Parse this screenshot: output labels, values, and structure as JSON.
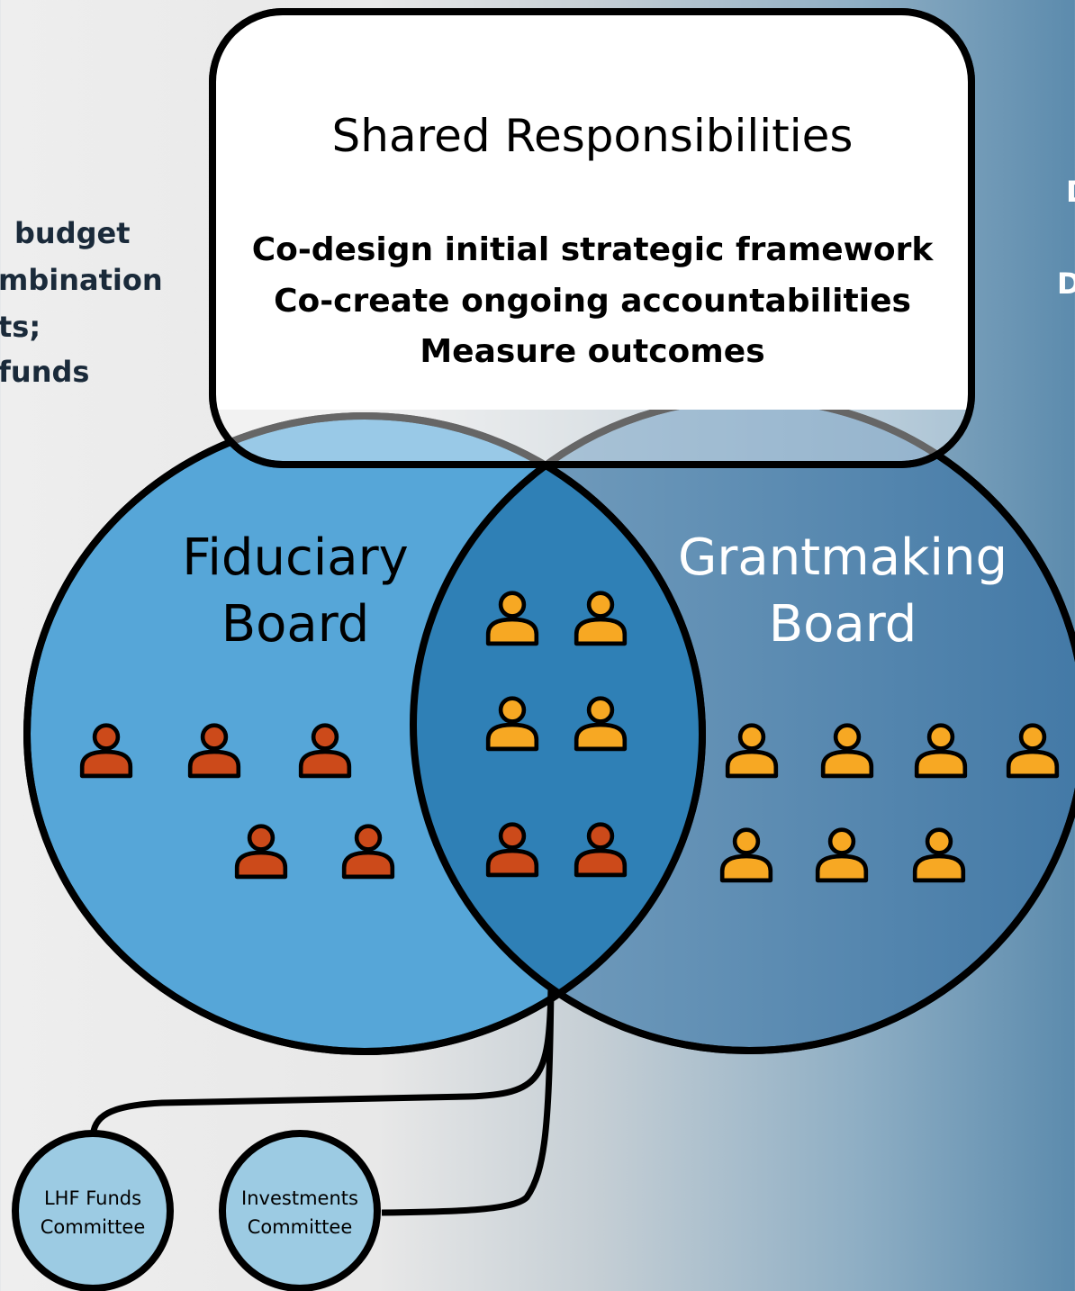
{
  "left_fragment": {
    "lines": [
      "budget",
      "mbination",
      "ts;",
      "funds"
    ]
  },
  "right_fragment": {
    "lines": [
      "D",
      "D"
    ]
  },
  "shared": {
    "title": "Shared Responsibilities",
    "items": [
      "Co-design initial strategic framework",
      "Co-create ongoing accountabilities",
      "Measure outcomes"
    ]
  },
  "fiduciary": {
    "title_line1": "Fiduciary",
    "title_line2": "Board",
    "member_count": 5
  },
  "grantmaking": {
    "title_line1": "Grantmaking",
    "title_line2": "Board",
    "member_count": 7
  },
  "overlap": {
    "grantmaking_member_count": 4,
    "fiduciary_member_count": 2
  },
  "committees": [
    {
      "line1": "LHF Funds",
      "line2": "Committee"
    },
    {
      "line1": "Investments",
      "line2": "Committee"
    }
  ],
  "colors": {
    "fiduciary_fill": "#56a6d8",
    "grantmaking_fill": "#4f85ad",
    "overlap_fill": "#2f80b6",
    "fiduciary_person": "#cc4a1a",
    "grantmaking_person": "#f7a823",
    "committee_fill": "#9ccbe3",
    "outline": "#000000"
  }
}
